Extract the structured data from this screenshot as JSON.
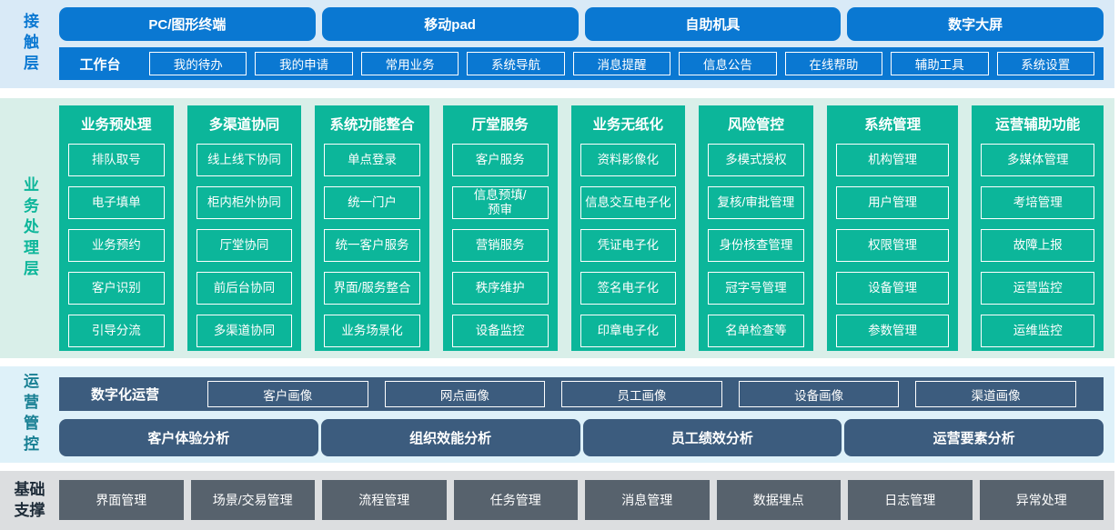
{
  "colors": {
    "blue": "#0a78d2",
    "blue_bg": "#d9eaf7",
    "green": "#0cb69a",
    "green_bg": "#d9efe9",
    "slate": "#3c5c7e",
    "slate_bg": "#def1f9",
    "gray": "#57626d",
    "gray_bg": "#dcdee0",
    "ops_label": "#177f93",
    "foundation_label": "#1d2b38"
  },
  "contact": {
    "label": "接触层",
    "devices": [
      "PC/图形终端",
      "移动pad",
      "自助机具",
      "数字大屏"
    ],
    "workbench": {
      "label": "工作台",
      "items": [
        "我的待办",
        "我的申请",
        "常用业务",
        "系统导航",
        "消息提醒",
        "信息公告",
        "在线帮助",
        "辅助工具",
        "系统设置"
      ]
    }
  },
  "business": {
    "label": "业务处理层",
    "columns": [
      {
        "title": "业务预处理",
        "items": [
          "排队取号",
          "电子填单",
          "业务预约",
          "客户识别",
          "引导分流"
        ]
      },
      {
        "title": "多渠道协同",
        "items": [
          "线上线下协同",
          "柜内柜外协同",
          "厅堂协同",
          "前后台协同",
          "多渠道协同"
        ]
      },
      {
        "title": "系统功能整合",
        "items": [
          "单点登录",
          "统一门户",
          "统一客户服务",
          "界面/服务整合",
          "业务场景化"
        ]
      },
      {
        "title": "厅堂服务",
        "items": [
          "客户服务",
          "信息预填/\n预审",
          "营销服务",
          "秩序维护",
          "设备监控"
        ]
      },
      {
        "title": "业务无纸化",
        "items": [
          "资料影像化",
          "信息交互电子化",
          "凭证电子化",
          "签名电子化",
          "印章电子化"
        ]
      },
      {
        "title": "风险管控",
        "items": [
          "多模式授权",
          "复核/审批管理",
          "身份核查管理",
          "冠字号管理",
          "名单检查等"
        ]
      },
      {
        "title": "系统管理",
        "items": [
          "机构管理",
          "用户管理",
          "权限管理",
          "设备管理",
          "参数管理"
        ]
      },
      {
        "title": "运营辅助功能",
        "items": [
          "多媒体管理",
          "考培管理",
          "故障上报",
          "运营监控",
          "运维监控"
        ]
      }
    ]
  },
  "operations": {
    "label": "运营管控",
    "digital": {
      "label": "数字化运营",
      "items": [
        "客户画像",
        "网点画像",
        "员工画像",
        "设备画像",
        "渠道画像"
      ]
    },
    "analysis": [
      "客户体验分析",
      "组织效能分析",
      "员工绩效分析",
      "运营要素分析"
    ]
  },
  "foundation": {
    "label": "基础支撑",
    "items": [
      "界面管理",
      "场景/交易管理",
      "流程管理",
      "任务管理",
      "消息管理",
      "数据埋点",
      "日志管理",
      "异常处理"
    ]
  }
}
